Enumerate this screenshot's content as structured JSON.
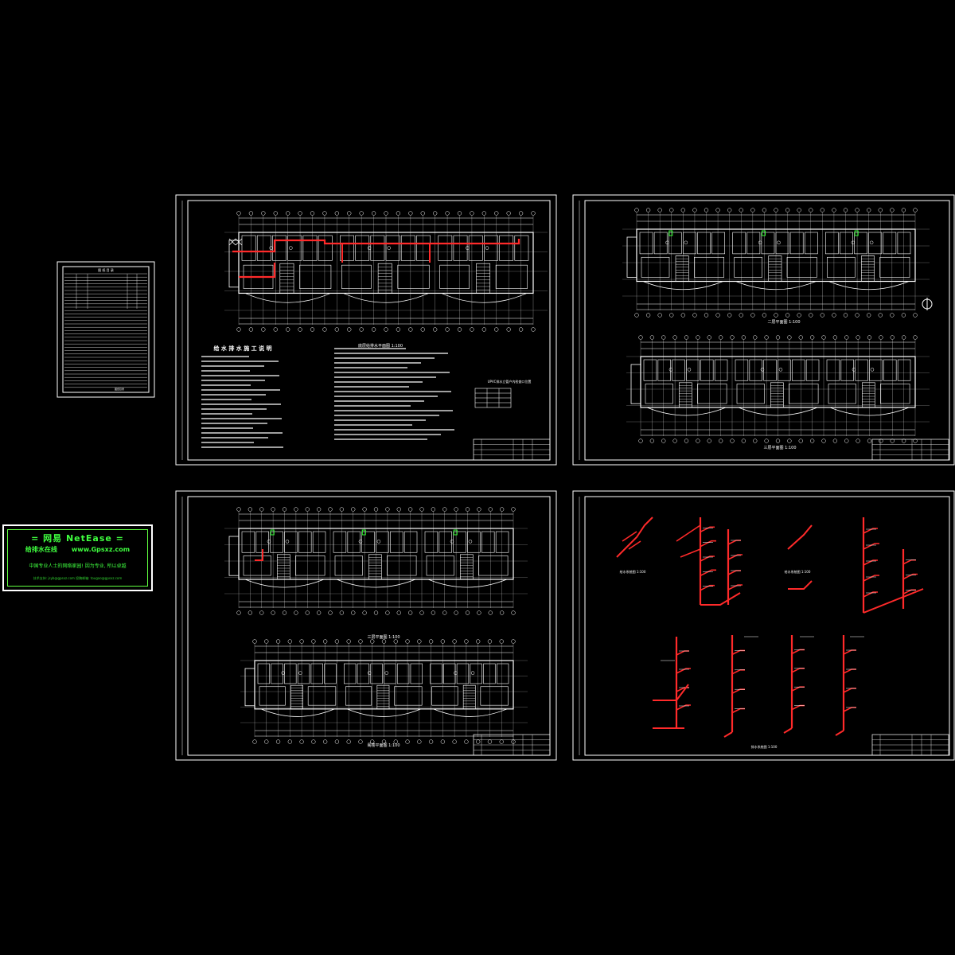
{
  "sheets": {
    "index_sheet": {
      "title": "图 纸 目 录",
      "footer": "图纸目录"
    },
    "sheet1": {
      "plan_title": "底层给排水平面图 1:100",
      "notes_heading": "给 水 排 水 施 工 说 明",
      "legend_title": "UPVC排水立管户内检查口位置"
    },
    "sheet2": {
      "plan_a_title": "二层平面图 1:100",
      "plan_b_title": "三层平面图 1:100"
    },
    "sheet3": {
      "plan_a_title": "三层平面图 1:100",
      "plan_b_title": "阁楼平面图 1:100"
    },
    "sheet4": {
      "iso_a_title": "给水系统图 1:100",
      "iso_b_title": "给水系统图 1:100",
      "drain_title": "排水系统图 1:100"
    }
  },
  "watermark": {
    "line1": "= 网易 NetEase =",
    "line2_left": "给排水在线",
    "line2_right": "www.Gpsxz.com",
    "line3": "中国专业人士的网络家园! 因为专业, 所以卓越",
    "line4": "技术支持: jsyb@gpsxz.com     投稿邮箱: tougao@gpsxz.com"
  },
  "colors": {
    "background": "#000000",
    "linework": "#ffffff",
    "pipe": "#ff2a2a",
    "highlight": "#31ff31"
  }
}
